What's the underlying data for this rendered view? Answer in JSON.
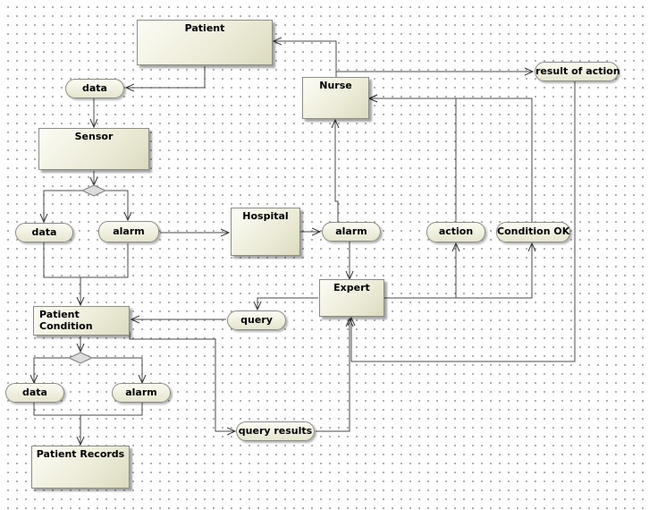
{
  "nodes": {
    "patient": "Patient",
    "nurse": "Nurse",
    "result_of_action": "result of action",
    "data_top": "data",
    "sensor": "Sensor",
    "hospital": "Hospital",
    "data_mid": "data",
    "alarm_mid": "alarm",
    "alarm_hospital": "alarm",
    "action": "action",
    "condition_ok": "Condition OK",
    "expert": "Expert",
    "patient_condition": "Patient Condition",
    "query": "query",
    "data_low": "data",
    "alarm_low": "alarm",
    "query_results": "query results",
    "patient_records": "Patient Records"
  },
  "colors": {
    "node_fill_light": "#fcfcf5",
    "node_fill_dark": "#dcdbbf",
    "node_border": "#8c8c82",
    "edge": "#4a4a4a",
    "decision_fill": "#dcdcdc"
  }
}
